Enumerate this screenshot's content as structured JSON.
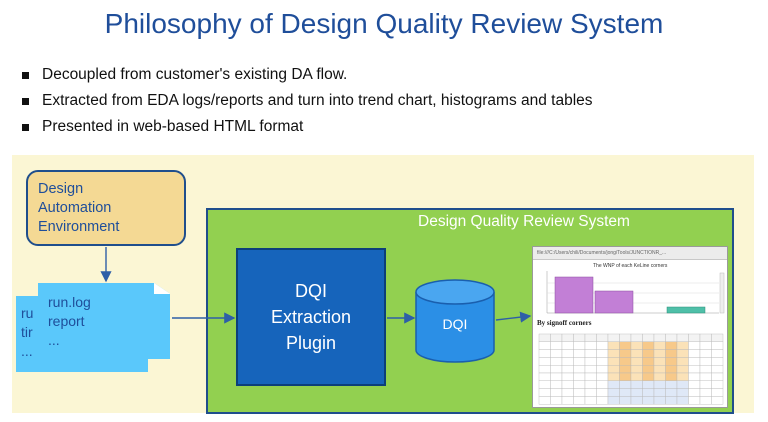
{
  "title": "Philosophy of Design Quality Review System",
  "bullets": [
    "Decoupled from customer's existing DA flow.",
    "Extracted from EDA logs/reports and turn into trend chart, histograms and tables",
    "Presented in web-based HTML format"
  ],
  "diagram": {
    "design_env": [
      "Design",
      "Automation",
      "Environment"
    ],
    "doc_back_lines": [
      "ru",
      "tir",
      "..."
    ],
    "doc_front_lines": [
      "run.log",
      "report",
      "..."
    ],
    "system_title": "Design Quality Review System",
    "plugin_lines": [
      "DQI",
      "Extraction",
      "Plugin"
    ],
    "db_label": "DQI",
    "browser": {
      "address": "file:///C:/Users/chili/Documents/jong/Tools/JUNCTIONR_...",
      "chart_title": "The WNP of each KeLine corners",
      "section_title": "By signoff corners"
    }
  },
  "colors": {
    "title": "#1f4e9a",
    "panel_bg": "#fbf6d4",
    "design_env_fill": "#f4d994",
    "system_fill": "#92d050",
    "doc_fill": "#5ac8fb",
    "plugin_fill": "#1664bb",
    "db_fill": "#2b8fe6",
    "arrow": "#2e5fa7"
  },
  "icons": [
    "database-cylinder-icon",
    "document-stack-icon",
    "arrow-icon"
  ]
}
